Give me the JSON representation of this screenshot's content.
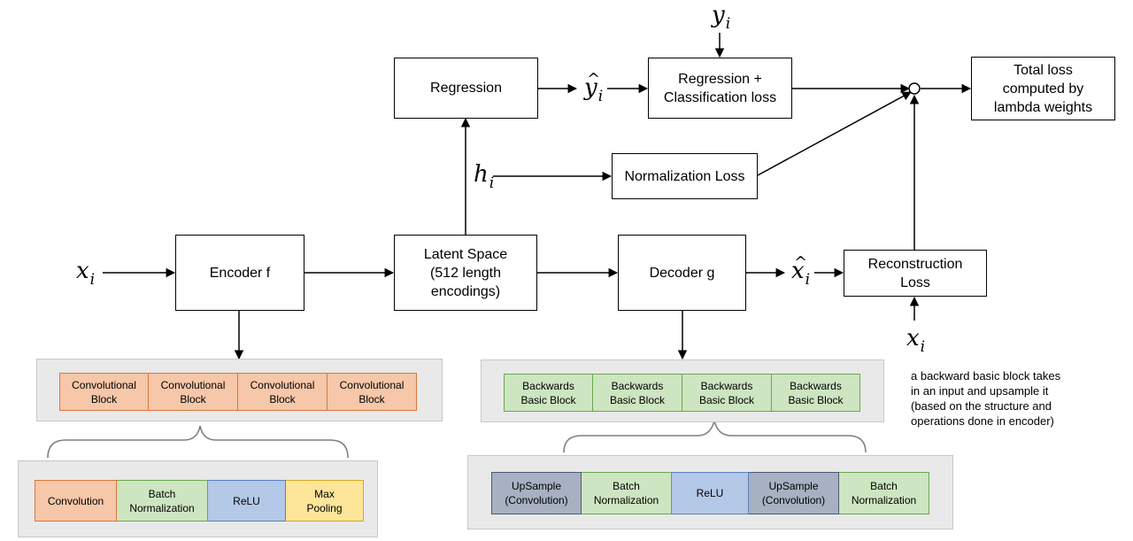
{
  "colors": {
    "conv_fill": "#f6c7a8",
    "conv_border": "#d9773b",
    "green_fill": "#cde5c1",
    "green_border": "#6aa84f",
    "blue_fill": "#b4c8e7",
    "blue_border": "#5b7fbf",
    "yellow_fill": "#fde59a",
    "yellow_border": "#d6a926",
    "slate_fill": "#a7b1c2",
    "slate_border": "#4a5a73"
  },
  "nodes": {
    "encoder": "Encoder f",
    "latent": "Latent Space\n(512 length\nencodings)",
    "decoder": "Decoder g",
    "regression": "Regression",
    "reg_class_loss": "Regression +\nClassification loss",
    "normalization_loss": "Normalization Loss",
    "reconstruction_loss": "Reconstruction\nLoss",
    "total_loss": "Total loss\ncomputed by\nlambda weights"
  },
  "symbols": {
    "x_input": {
      "base": "x",
      "sub": "i"
    },
    "h": {
      "base": "h",
      "sub": "i"
    },
    "y_hat": {
      "base": "y",
      "sub": "i",
      "hat": "^"
    },
    "y_true": {
      "base": "y",
      "sub": "i"
    },
    "x_hat": {
      "base": "x",
      "sub": "i",
      "hat": "^"
    },
    "x_recon_input": {
      "base": "x",
      "sub": "i"
    }
  },
  "encoder_blocks": [
    "Convolutional\nBlock",
    "Convolutional\nBlock",
    "Convolutional\nBlock",
    "Convolutional\nBlock"
  ],
  "encoder_detail": [
    {
      "label": "Convolution",
      "style": "conv"
    },
    {
      "label": "Batch\nNormalization",
      "style": "green"
    },
    {
      "label": "ReLU",
      "style": "blue"
    },
    {
      "label": "Max\nPooling",
      "style": "yellow"
    }
  ],
  "decoder_blocks": [
    "Backwards\nBasic Block",
    "Backwards\nBasic Block",
    "Backwards\nBasic Block",
    "Backwards\nBasic Block"
  ],
  "decoder_detail": [
    {
      "label": "UpSample\n(Convolution)",
      "style": "slate"
    },
    {
      "label": "Batch\nNormalization",
      "style": "green"
    },
    {
      "label": "ReLU",
      "style": "blue"
    },
    {
      "label": "UpSample\n(Convolution)",
      "style": "slate"
    },
    {
      "label": "Batch\nNormalization",
      "style": "green"
    }
  ],
  "note": "a backward basic block takes\nin an input and upsample it\n(based on the structure and\noperations done in encoder)"
}
